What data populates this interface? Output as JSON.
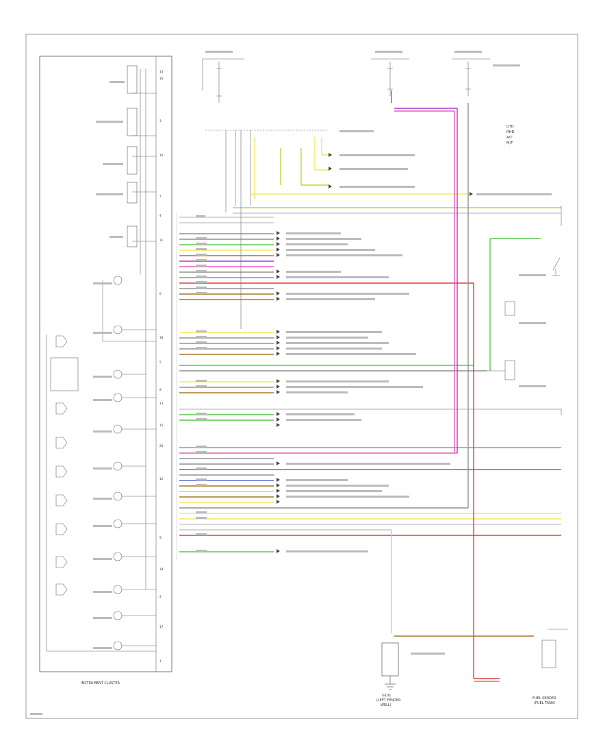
{
  "diagram": {
    "cluster_title": "INSTRUMENT CLUSTER",
    "cluster_title_parts": [
      "INSTRUMENT",
      "CLUSTER"
    ],
    "fuel_sender_parts": [
      "FUEL SENDER",
      "(FUEL TANK)"
    ],
    "ground_parts": [
      "G101",
      "(LEFT FENDER",
      "WELL)"
    ],
    "legend": [
      "LHD",
      "RHD",
      "A/T",
      "M/T"
    ],
    "wire_colors": {
      "yellow": "#f3e85a",
      "yellow_green": "#b9d83b",
      "green": "#55c94a",
      "red": "#e53a3a",
      "pink": "#f05ab8",
      "violet": "#9b3fd4",
      "brown": "#a8742c",
      "blue": "#5a6bd8",
      "gray": "#909090",
      "black": "#2b2b2b",
      "light_gray": "#c8c8c8"
    }
  }
}
